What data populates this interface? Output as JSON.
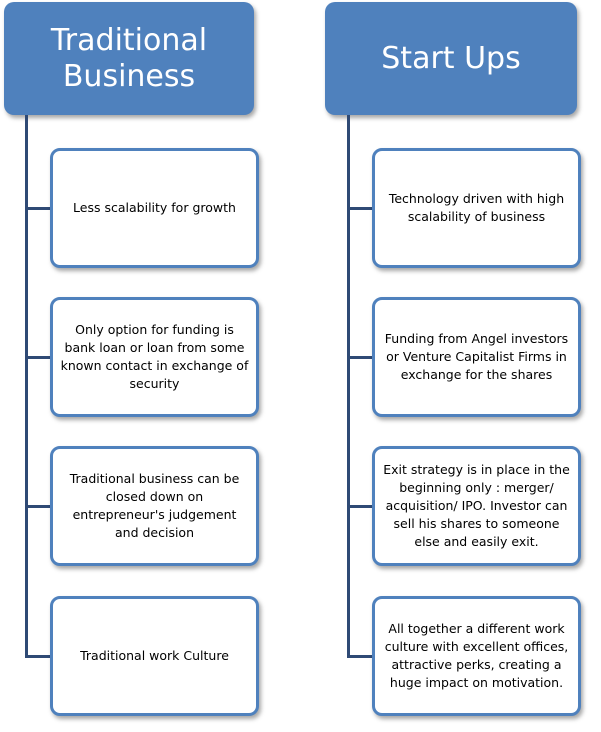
{
  "left_column": {
    "title": "Traditional\nBusiness",
    "items": [
      "Less scalability for growth",
      "Only option for funding is bank loan or  loan from some known contact in exchange of security",
      "Traditional business can be closed down on entrepreneur's judgement and decision",
      "Traditional work Culture"
    ]
  },
  "right_column": {
    "title": "Start Ups",
    "items": [
      "Technology driven with high scalability of business",
      "Funding from Angel investors or Venture Capitalist Firms in exchange for the shares",
      "Exit strategy  is in place in the beginning only : merger/ acquisition/ IPO. Investor can sell his shares to someone else and easily exit.",
      "All together a different work culture with excellent offices, attractive perks, creating a huge impact on motivation."
    ]
  },
  "colors": {
    "header_fill": "#4f81bd",
    "box_border": "#4f81bd",
    "connector": "#2f4a75"
  }
}
